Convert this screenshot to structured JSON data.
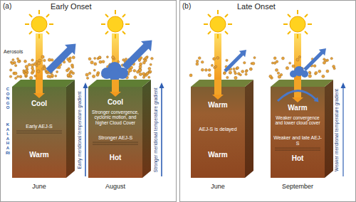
{
  "diagram": {
    "nodes": [
      {
        "text": [
          "(a)",
          "Early Onset"
        ]
      },
      {
        "text": [
          "Cool",
          "Early AEJ-S",
          "Warm"
        ],
        "in": 0
      },
      {
        "text": [
          "Cool",
          "Stronger convergence, cyclonic motion, and higher Cloud Cover",
          "Stronger AEJ-S",
          "Hot"
        ],
        "in": 0
      },
      {
        "text": [
          "(b)",
          "Late Onset"
        ]
      },
      {
        "text": [
          "Warm",
          "AEJ-S is delayed",
          "Warm"
        ],
        "in": 3
      },
      {
        "text": [
          "Warm",
          "Weaker convergence and lower cloud cover",
          "Weaker and late AEJ-S",
          "Hot"
        ],
        "in": 3
      }
    ],
    "labels": [
      "Aerosols",
      "CONGO",
      "KALAHARI",
      "Early meridional temperature gradient",
      "Stronger meridional temperature gradient",
      "June",
      "August",
      "Weaker meridional temperature gradient",
      "June",
      "September"
    ]
  }
}
